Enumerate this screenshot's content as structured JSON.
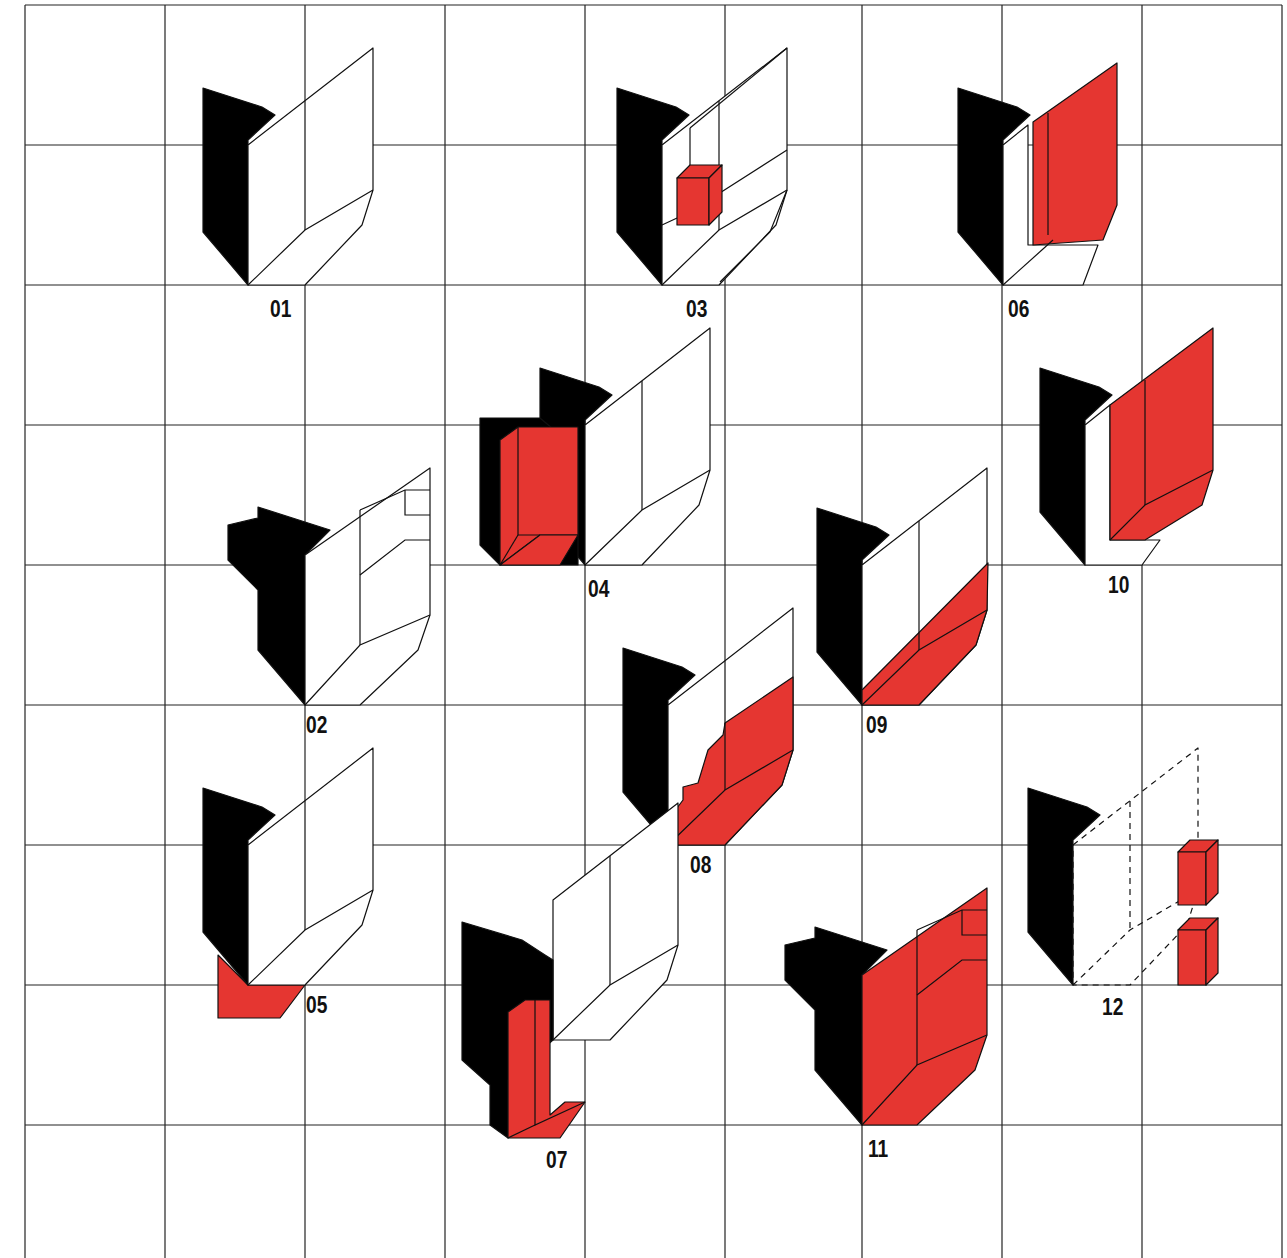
{
  "diagram": {
    "labels": [
      "01",
      "03",
      "06",
      "04",
      "10",
      "02",
      "09",
      "08",
      "05",
      "12",
      "07",
      "11"
    ]
  }
}
